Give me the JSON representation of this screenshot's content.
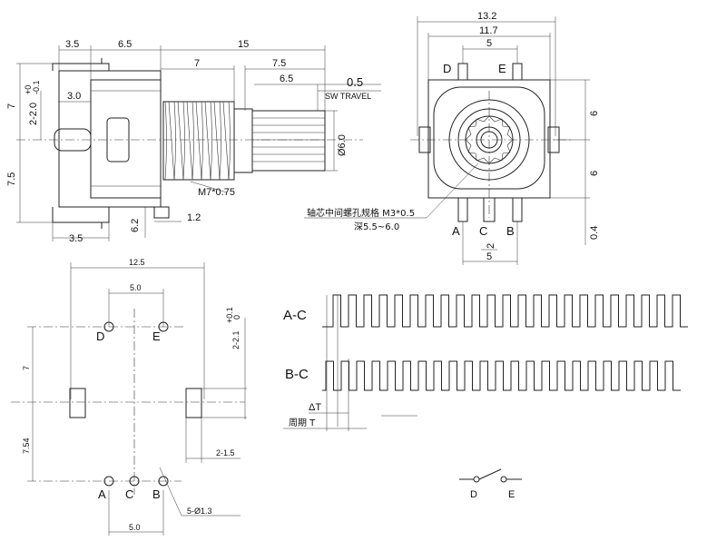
{
  "side_view": {
    "dims_top": [
      "3.5",
      "6.5",
      "15",
      "7",
      "7.5",
      "6.5"
    ],
    "travel_value": "0.5",
    "travel_label": "SW TRAVEL",
    "dim_3_0": "3.0",
    "left_dims": [
      "7",
      "2-2.0",
      "7.5"
    ],
    "tol_plus": "+0",
    "tol_minus": "-0.1",
    "thread_label": "M7*0.75",
    "bottom_dims": [
      "3.5",
      "6.2",
      "1.2"
    ],
    "shaft_dia": "Ø6.0"
  },
  "front_view": {
    "dims_top": [
      "13.2",
      "11.7",
      "5"
    ],
    "pin_top": [
      "D",
      "E"
    ],
    "pin_bottom": [
      "A",
      "C",
      "B"
    ],
    "right_dims": [
      "6",
      "6",
      "0.4"
    ],
    "bottom_dims": [
      "2",
      "5"
    ],
    "note_line1": "轴芯中间螺孔规格 M3*0.5",
    "note_line2": "深5.5~6.0"
  },
  "pcb_layout": {
    "dims": [
      "12.5",
      "5.0",
      "7",
      "7.54",
      "2-2.1",
      "2-1.5",
      "5-Ø1.3",
      "5.0"
    ],
    "tol_plus": "+0.1",
    "tol_minus": "0",
    "pins_top": [
      "D",
      "E"
    ],
    "pins_bottom": [
      "A",
      "C",
      "B"
    ]
  },
  "timing": {
    "channels": [
      "A-C",
      "B-C"
    ],
    "delta_t": "ΔT",
    "period": "周期 T",
    "switch_pins": [
      "D",
      "E"
    ]
  }
}
